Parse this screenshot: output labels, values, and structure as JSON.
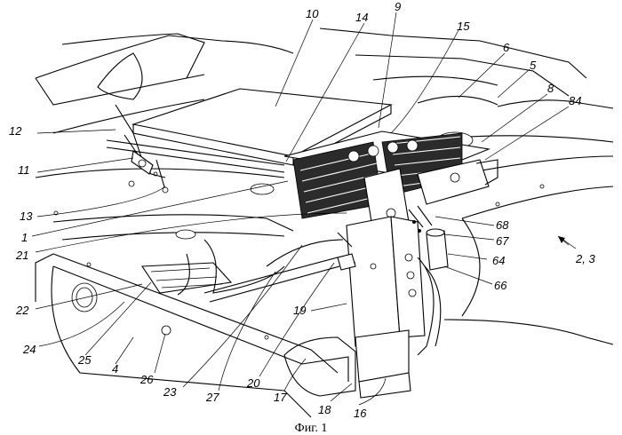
{
  "figure": {
    "caption": "Фиг. 1",
    "labels": {
      "l10": "10",
      "l14": "14",
      "l9": "9",
      "l15": "15",
      "l6": "6",
      "l5": "5",
      "l8": "8",
      "l84": "84",
      "l12": "12",
      "l11": "11",
      "l13": "13",
      "l1": "1",
      "l21": "21",
      "l68": "68",
      "l67": "67",
      "l64": "64",
      "l66": "66",
      "l23b": "2, 3",
      "l22": "22",
      "l24": "24",
      "l25": "25",
      "l4": "4",
      "l26": "26",
      "l23": "23",
      "l27": "27",
      "l20": "20",
      "l19": "19",
      "l17": "17",
      "l18": "18",
      "l16": "16"
    }
  }
}
